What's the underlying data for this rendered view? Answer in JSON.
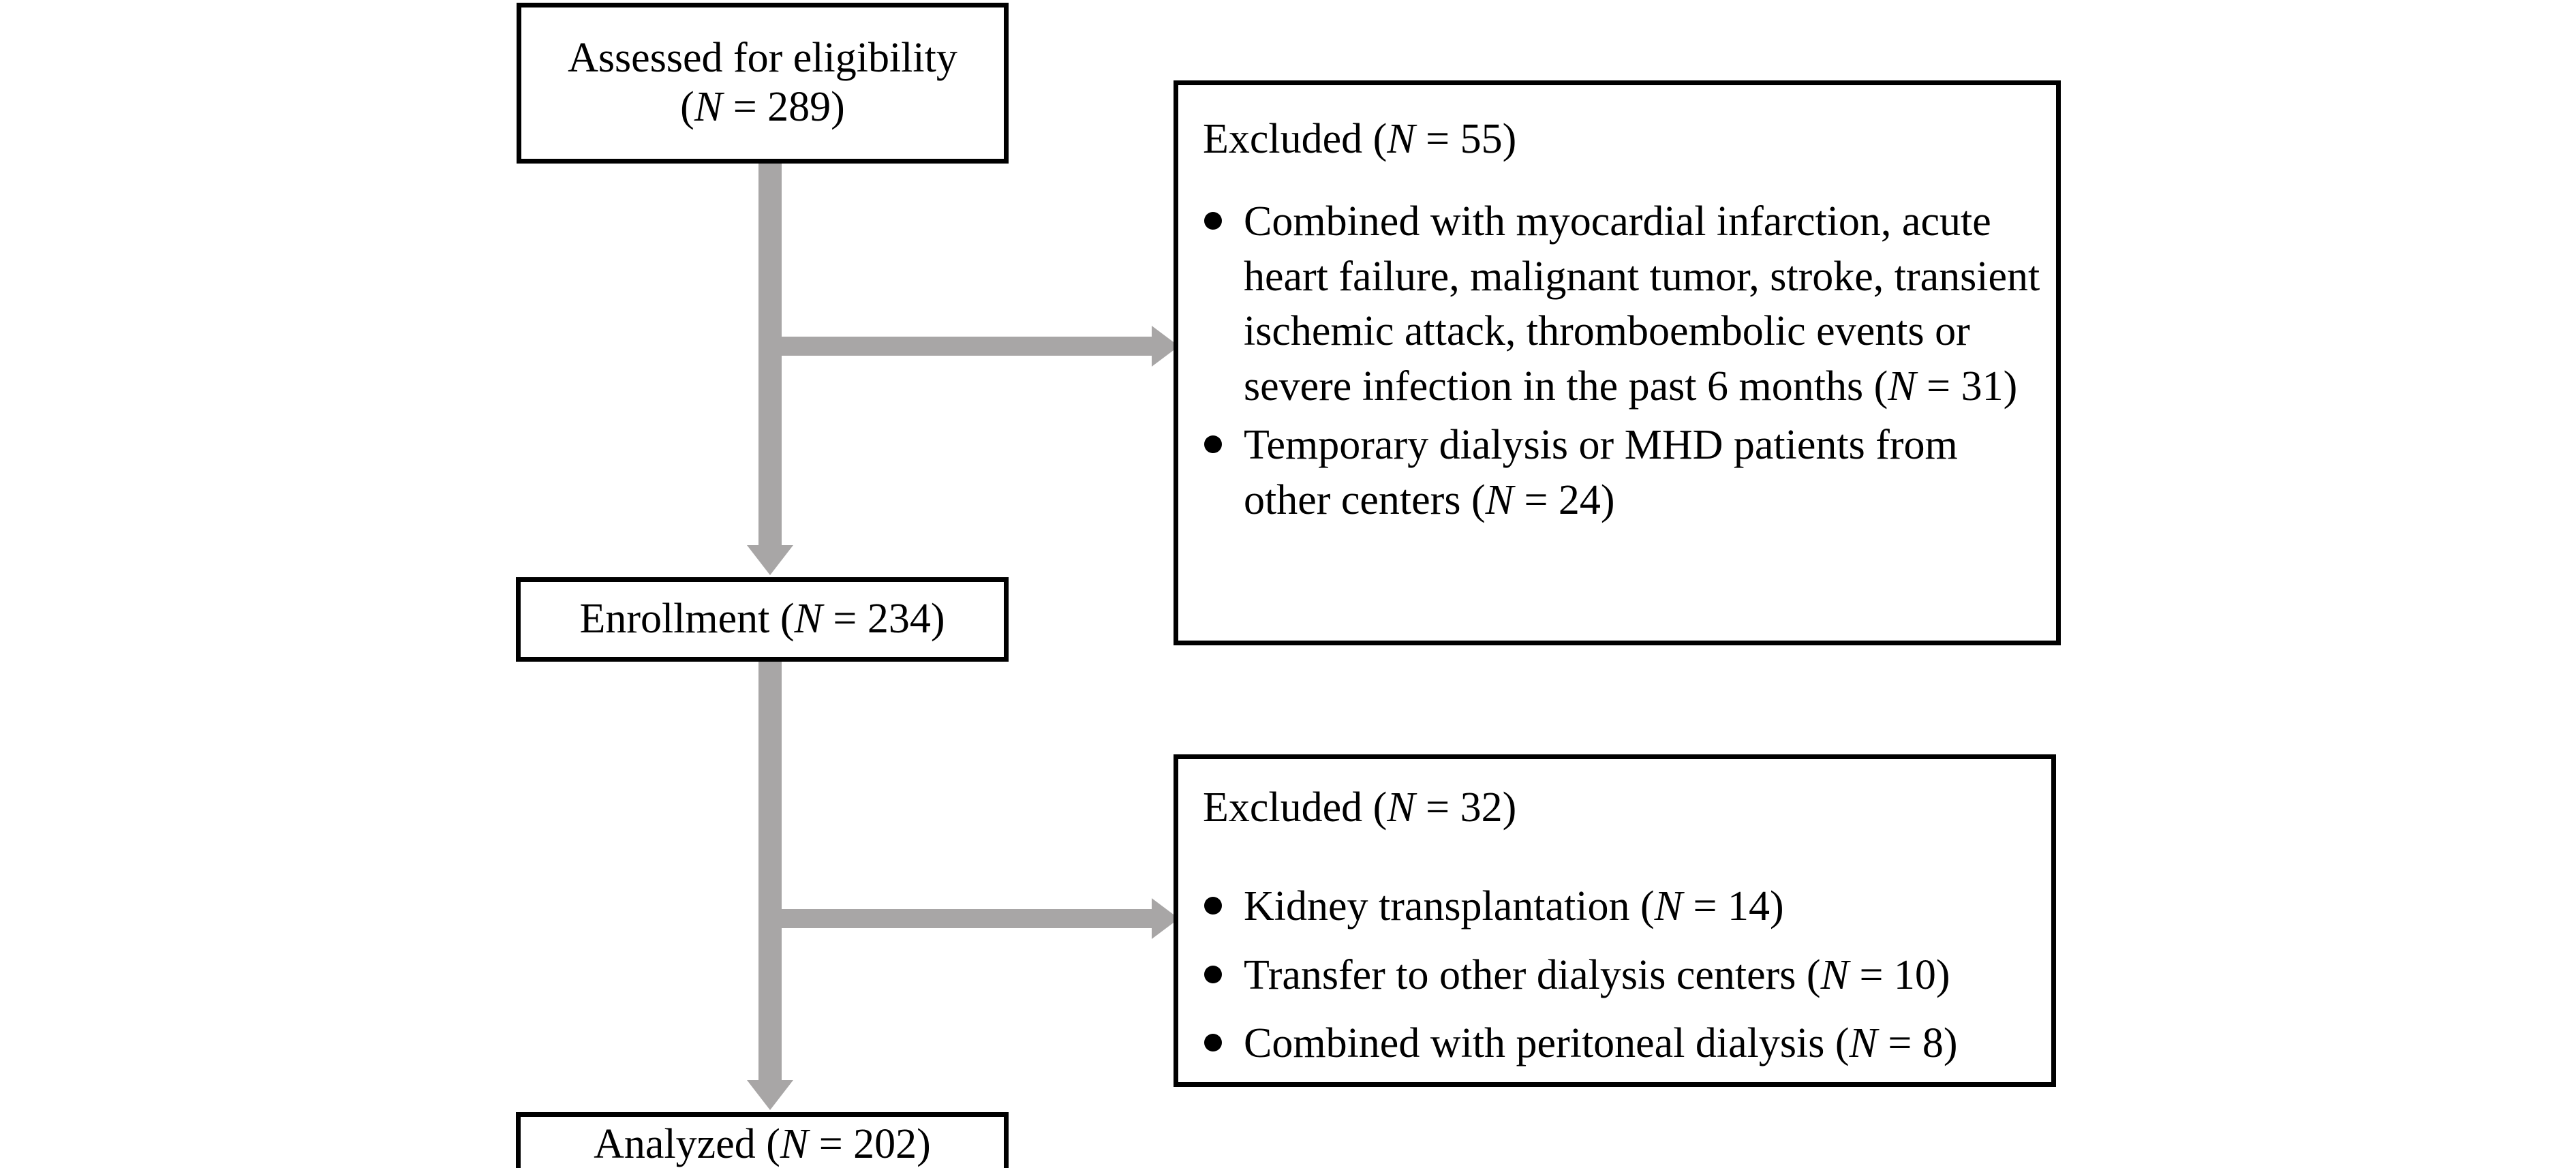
{
  "figure": {
    "type": "flowchart",
    "kind": "CONSORT-style participant flow diagram",
    "colors": {
      "box_border": "#000000",
      "arrow": "#a8a6a6",
      "background": "#ffffff",
      "text": "#000000"
    }
  },
  "nodes": {
    "assessed": {
      "line1": "Assessed for eligibility",
      "line2_prefix": "(",
      "line2_italic": "N",
      "line2_suffix": " = 289)",
      "label": "Assessed for eligibility (N = 289)",
      "count": 289
    },
    "enrollment": {
      "prefix": "Enrollment (",
      "italic": "N",
      "suffix": " = 234)",
      "label": "Enrollment (N = 234)",
      "count": 234
    },
    "analyzed": {
      "prefix": "Analyzed (",
      "italic": "N",
      "suffix": " = 202)",
      "label": "Analyzed (N = 202)",
      "count": 202
    }
  },
  "excluded_1": {
    "heading_prefix": "Excluded (",
    "heading_italic": "N",
    "heading_suffix": " = 55)",
    "heading": "Excluded (N = 55)",
    "count": 55,
    "items": [
      {
        "text_before": "Combined with myocardial infarction, acute heart failure, malignant tumor, stroke, transient ischemic attack, thromboembolic events or severe infection in the past 6 months (",
        "italic": "N",
        "text_after": " = 31)",
        "full": "Combined with myocardial infarction, acute heart failure, malignant tumor, stroke, transient ischemic attack, thromboembolic events or severe infection in the past 6 months (N = 31)",
        "count": 31
      },
      {
        "text_before": "Temporary dialysis or MHD patients from other centers (",
        "italic": "N",
        "text_after": " = 24)",
        "full": "Temporary dialysis or MHD patients from other centers (N = 24)",
        "count": 24
      }
    ]
  },
  "excluded_2": {
    "heading_prefix": "Excluded (",
    "heading_italic": "N",
    "heading_suffix": " = 32)",
    "heading": "Excluded (N = 32)",
    "count": 32,
    "items": [
      {
        "text_before": "Kidney transplantation (",
        "italic": "N",
        "text_after": " = 14)",
        "full": "Kidney transplantation (N = 14)",
        "count": 14
      },
      {
        "text_before": "Transfer to other dialysis centers (",
        "italic": "N",
        "text_after": " = 10)",
        "full": "Transfer to other dialysis centers (N = 10)",
        "count": 10
      },
      {
        "text_before": "Combined with peritoneal dialysis (",
        "italic": "N",
        "text_after": " = 8)",
        "full": "Combined with peritoneal dialysis (N = 8)",
        "count": 8
      }
    ]
  }
}
